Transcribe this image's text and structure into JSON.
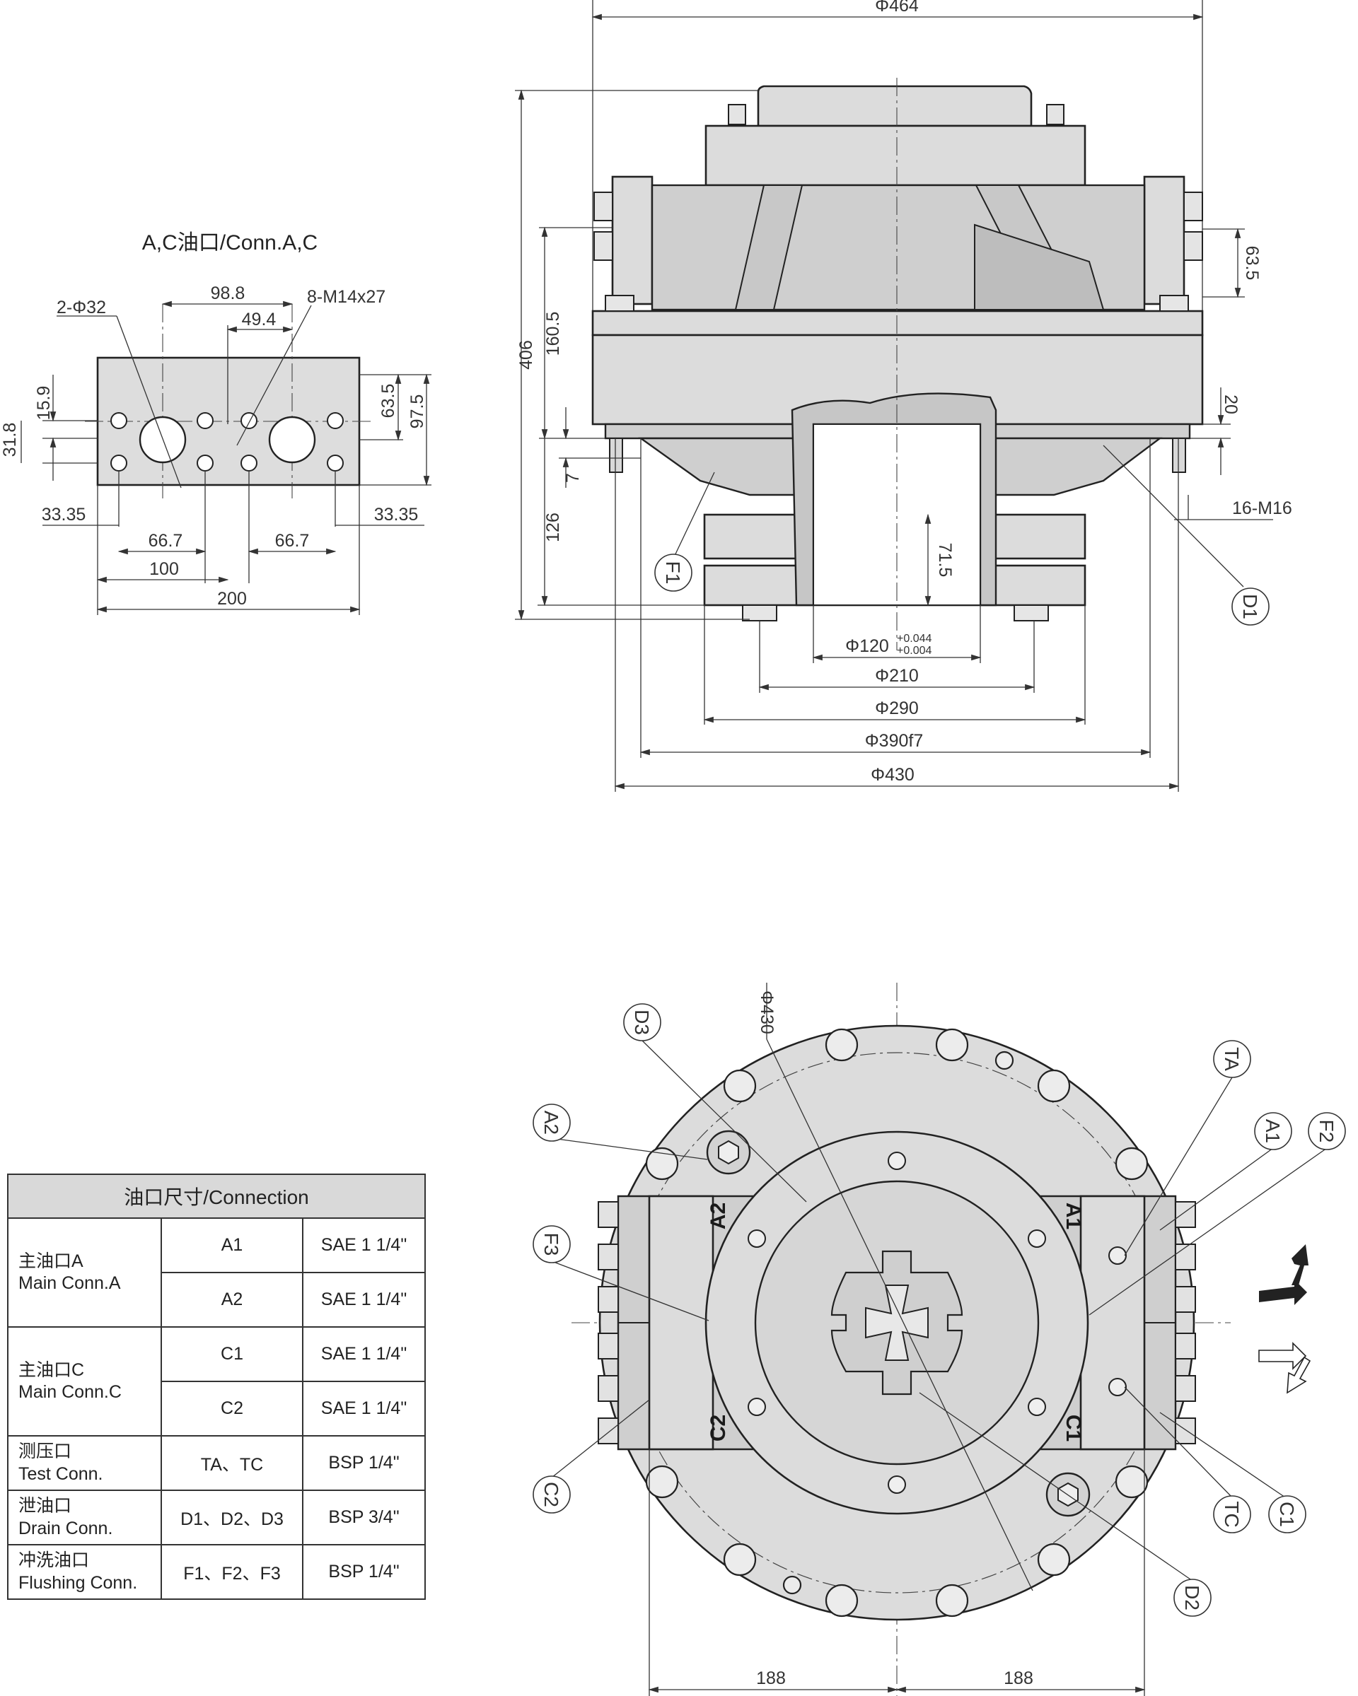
{
  "port_detail": {
    "title": "A,C油口/Conn.A,C",
    "hole_callout": "2-Φ32",
    "thread_callout": "8-M14x27",
    "dims": {
      "d98_8": "98.8",
      "d49_4": "49.4",
      "d15_9": "15.9",
      "d31_8": "31.8",
      "d63_5": "63.5",
      "d97_5": "97.5",
      "d33_35_left": "33.35",
      "d33_35_right": "33.35",
      "d66_7_left": "66.7",
      "d66_7_right": "66.7",
      "d100": "100",
      "d200": "200"
    }
  },
  "side_view": {
    "dims": {
      "phi464": "Φ464",
      "h406": "406",
      "h160_5": "160.5",
      "h63_5": "63.5",
      "h20": "20",
      "h7": "7",
      "h126": "126",
      "h71_5": "71.5",
      "phi120": "Φ120",
      "phi120_upper": "+0.044",
      "phi120_lower": "+0.004",
      "phi210": "Φ210",
      "phi290": "Φ290",
      "phi390": "Φ390f7",
      "phi430": "Φ430",
      "bolts": "16-M16"
    },
    "labels": {
      "f1": "F1",
      "d1": "D1"
    }
  },
  "front_view": {
    "dims": {
      "phi430": "Φ430",
      "w188_left": "188",
      "w188_right": "188"
    },
    "port_labels": {
      "a1": "A1",
      "a2": "A2",
      "c1": "C1",
      "c2": "C2"
    },
    "callouts": {
      "d3": "D3",
      "a2": "A2",
      "f3": "F3",
      "c2": "C2",
      "ta": "TA",
      "a1": "A1",
      "f2": "F2",
      "tc": "TC",
      "c1": "C1",
      "d2": "D2"
    }
  },
  "connection_table": {
    "header": "油口尺寸/Connection",
    "groups": [
      {
        "name_cn": "主油口A",
        "name_en": "Main Conn.A",
        "rows": [
          {
            "port": "A1",
            "size": "SAE 1 1/4\""
          },
          {
            "port": "A2",
            "size": "SAE 1 1/4\""
          }
        ]
      },
      {
        "name_cn": "主油口C",
        "name_en": "Main Conn.C",
        "rows": [
          {
            "port": "C1",
            "size": "SAE 1 1/4\""
          },
          {
            "port": "C2",
            "size": "SAE 1 1/4\""
          }
        ]
      },
      {
        "name_cn": "测压口",
        "name_en": "Test Conn.",
        "rows": [
          {
            "port": "TA、TC",
            "size": "BSP 1/4\""
          }
        ]
      },
      {
        "name_cn": "泄油口",
        "name_en": "Drain Conn.",
        "rows": [
          {
            "port": "D1、D2、D3",
            "size": "BSP 3/4\""
          }
        ]
      },
      {
        "name_cn": "冲洗油口",
        "name_en": "Flushing Conn.",
        "rows": [
          {
            "port": "F1、F2、F3",
            "size": "BSP 1/4\""
          }
        ]
      }
    ]
  }
}
